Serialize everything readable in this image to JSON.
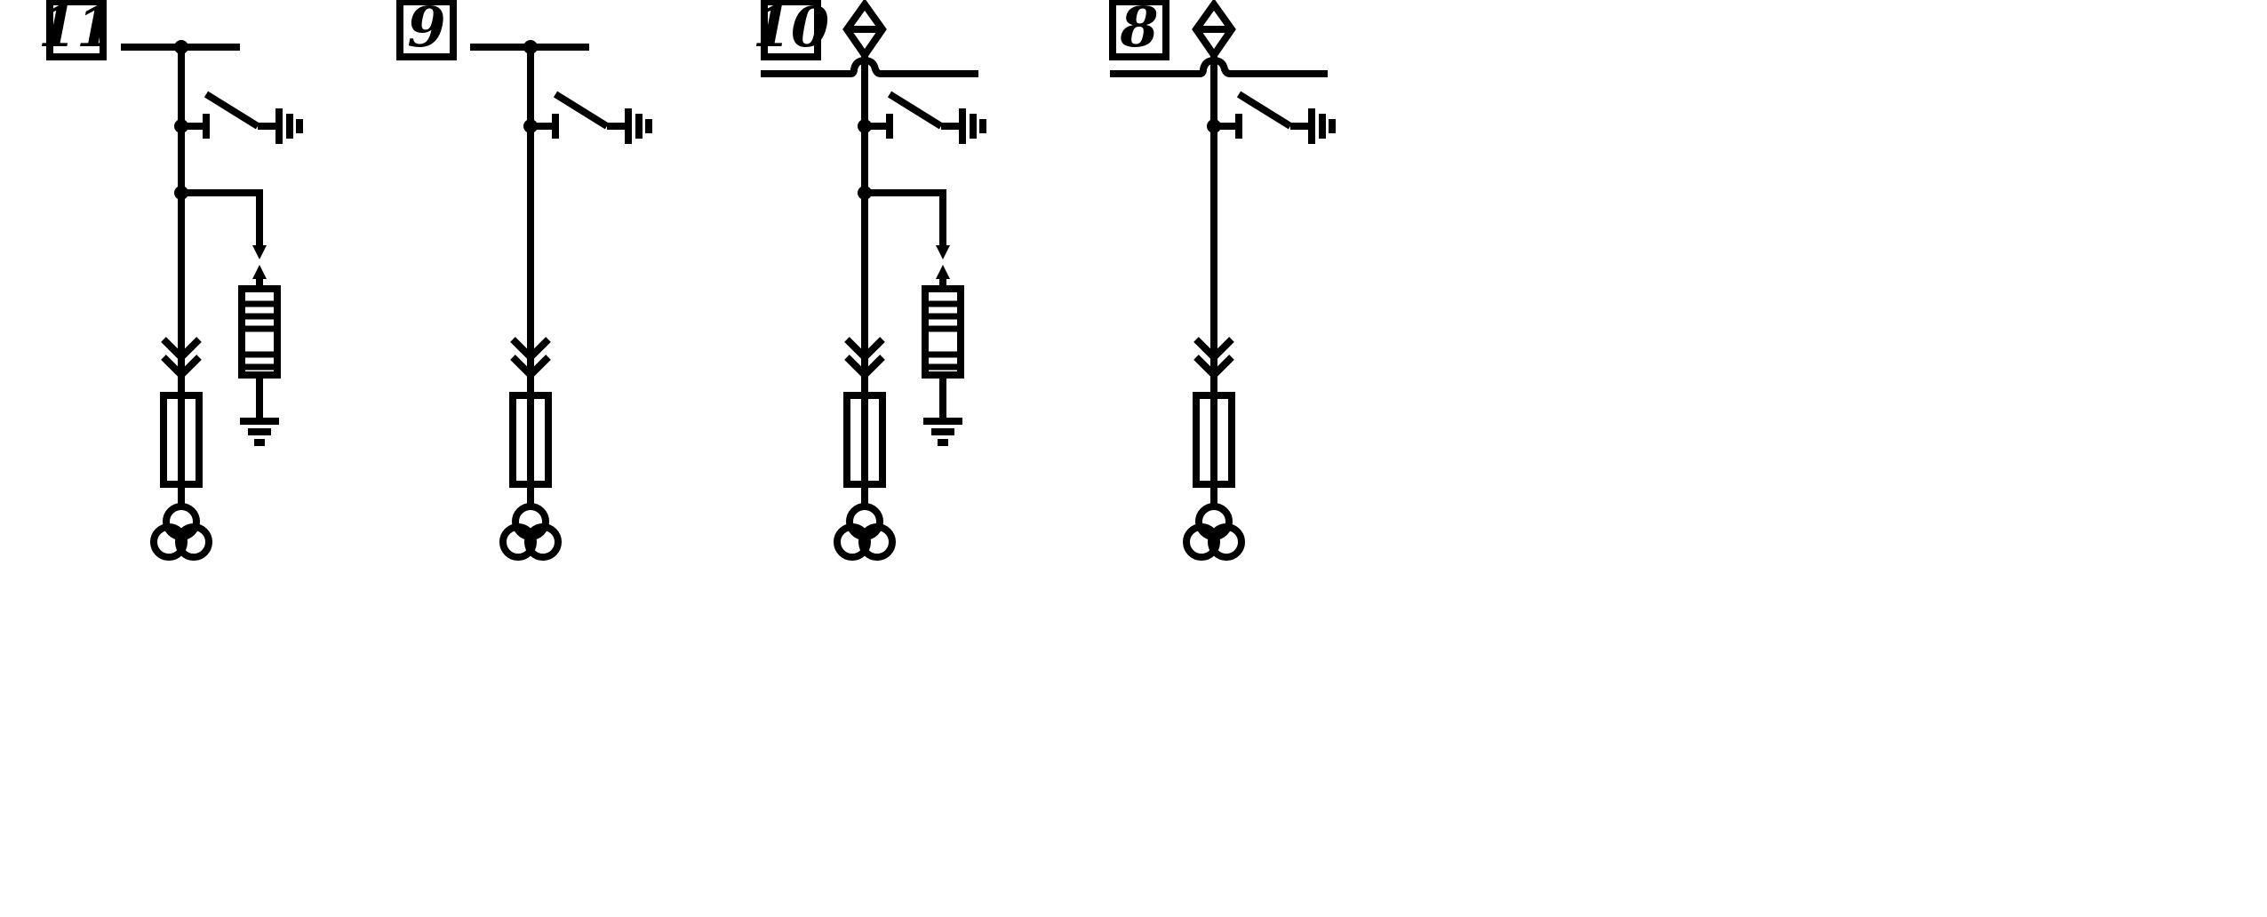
{
  "diagram": {
    "background_color": "#ffffff",
    "line_color": "#000000",
    "panels": [
      {
        "label": "11",
        "busbar": "simple",
        "arrester": true
      },
      {
        "label": "9",
        "busbar": "simple",
        "arrester": false
      },
      {
        "label": "10",
        "busbar": "crossing-with-bushing",
        "arrester": true
      },
      {
        "label": "8",
        "busbar": "crossing-with-bushing",
        "arrester": false
      }
    ],
    "symbols": {
      "busbar": "busbar-line",
      "earthing_switch": "earthing-switch-symbol",
      "connector": "plug-connector-chevrons",
      "fuse": "fuse-rectangle",
      "transformer": "three-winding-transformer-circles",
      "arrester": "surge-arrester-symbol",
      "ground": "ground-icon",
      "bushing": "diamond-bushing-symbol"
    }
  }
}
